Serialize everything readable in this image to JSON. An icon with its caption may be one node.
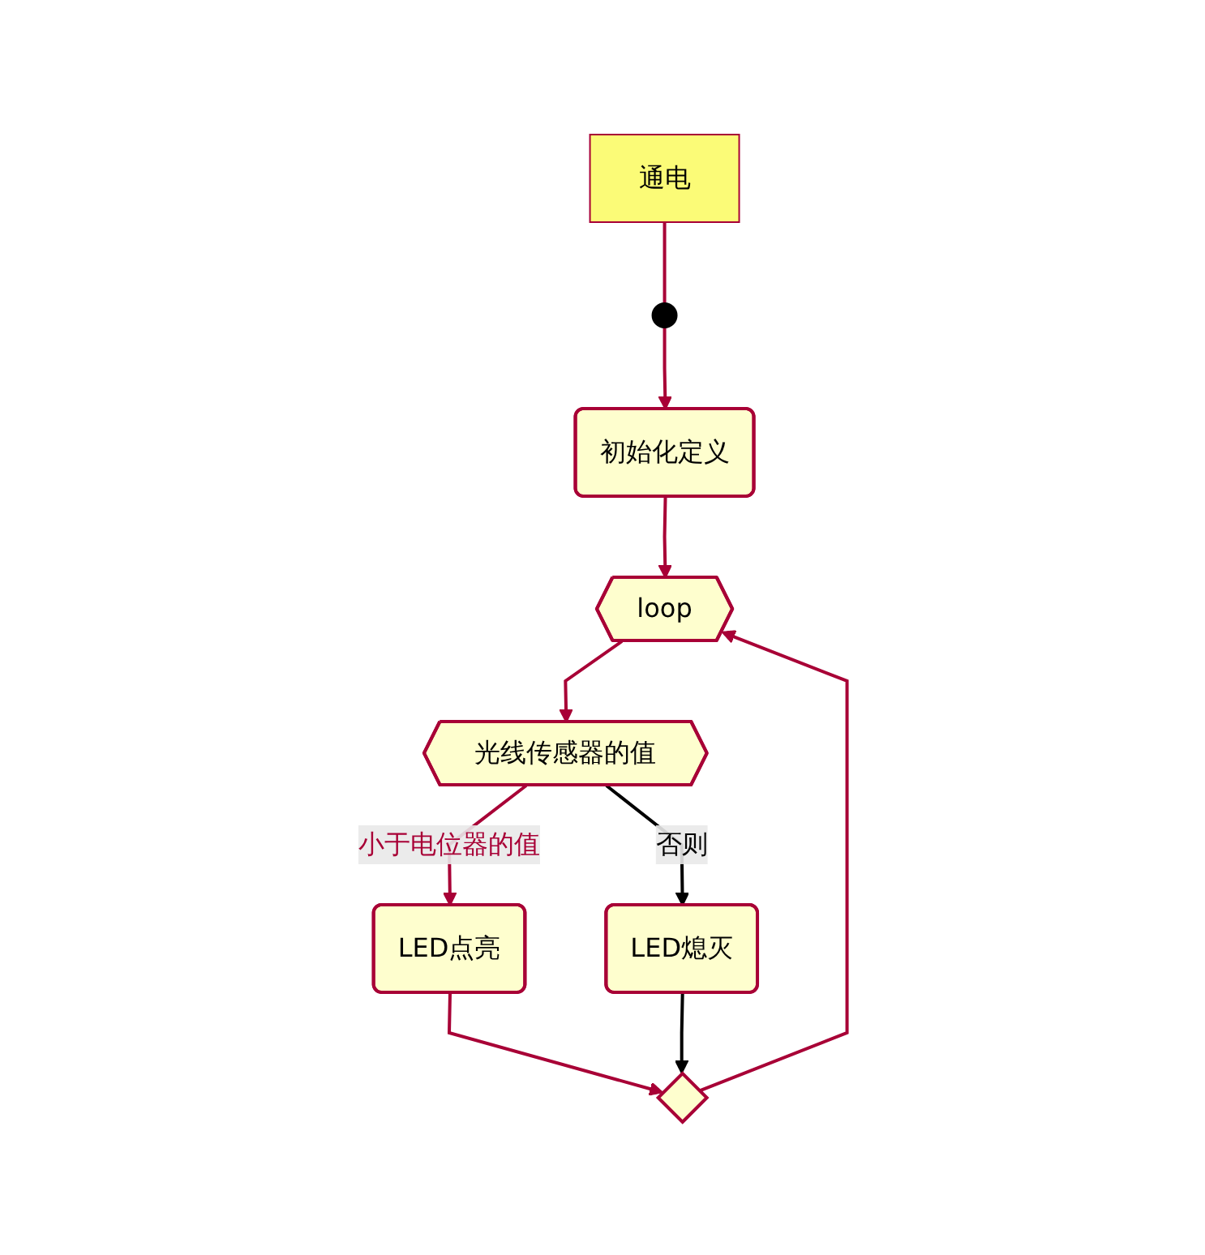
{
  "diagram": {
    "nodes": [
      {
        "text": [],
        "shape": "circle"
      },
      {
        "text": [
          "通电"
        ]
      },
      {
        "text": [
          "初始化定义"
        ]
      },
      {
        "text": [
          "loop"
        ]
      },
      {
        "text": [
          "光线传感器的值"
        ]
      },
      {
        "text": [
          "LED点亮"
        ]
      },
      {
        "text": [
          "LED熄灭"
        ]
      },
      {
        "text": [],
        "shape": "diamond"
      }
    ],
    "edges": [
      {
        "from": 1,
        "to": 0,
        "arrow": "none"
      },
      {
        "from": 0,
        "to": 2,
        "arrow": "to"
      },
      {
        "from": 2,
        "to": 3,
        "arrow": "to"
      },
      {
        "from": 3,
        "to": 4,
        "arrow": "to"
      },
      {
        "from": 4,
        "to": 5,
        "arrow": "to",
        "label": "小于电位器的值"
      },
      {
        "from": 4,
        "to": 6,
        "arrow": "to",
        "label": "否则",
        "color": "#000000"
      },
      {
        "from": 5,
        "to": 7,
        "arrow": "to"
      },
      {
        "from": 6,
        "to": 7,
        "arrow": "to",
        "color": "#000000"
      },
      {
        "from": 7,
        "to": 3,
        "arrow": "to"
      }
    ]
  }
}
